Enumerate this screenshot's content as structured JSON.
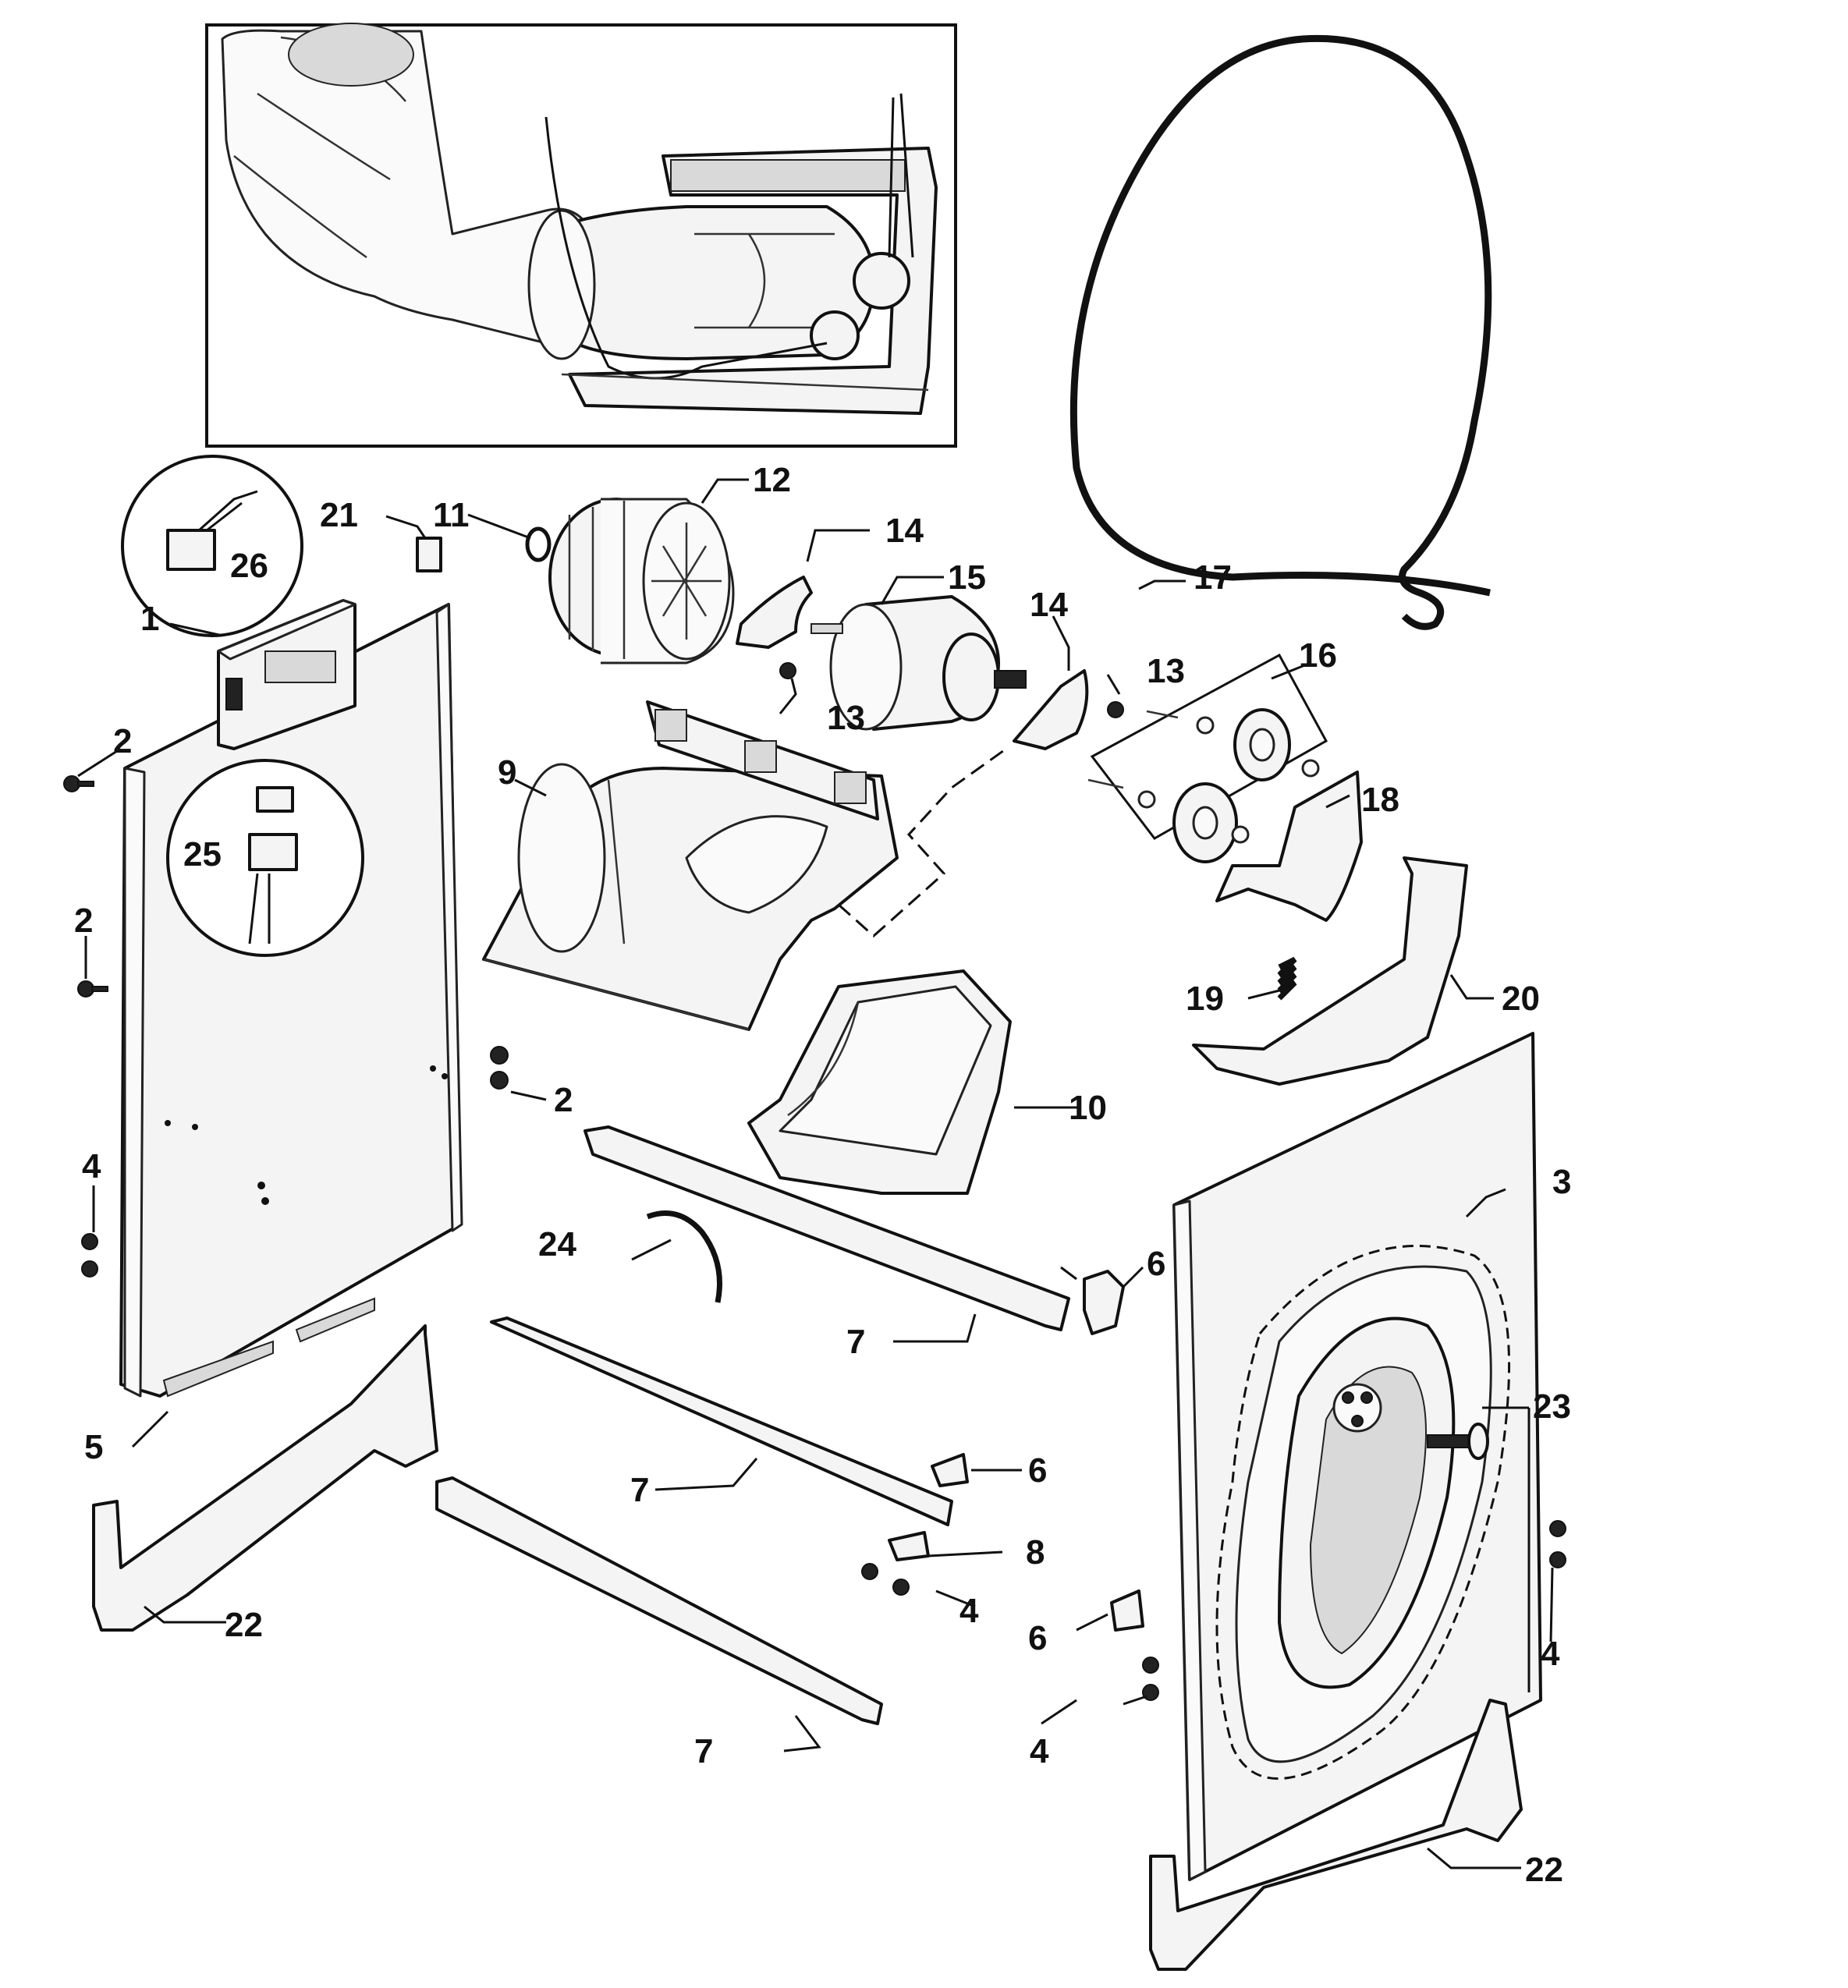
{
  "callouts": {
    "c1": "1",
    "c2a": "2",
    "c2b": "2",
    "c2c": "2",
    "c3": "3",
    "c4a": "4",
    "c4b": "4",
    "c4c": "4",
    "c4d": "4",
    "c5": "5",
    "c6a": "6",
    "c6b": "6",
    "c6c": "6",
    "c7a": "7",
    "c7b": "7",
    "c7c": "7",
    "c8": "8",
    "c9": "9",
    "c10": "10",
    "c11": "11",
    "c12": "12",
    "c13a": "13",
    "c13b": "13",
    "c14a": "14",
    "c14b": "14",
    "c15": "15",
    "c16": "16",
    "c17": "17",
    "c18": "18",
    "c19": "19",
    "c20": "20",
    "c21": "21",
    "c22a": "22",
    "c22b": "22",
    "c23": "23",
    "c24": "24",
    "c25": "25",
    "c26": "26"
  }
}
